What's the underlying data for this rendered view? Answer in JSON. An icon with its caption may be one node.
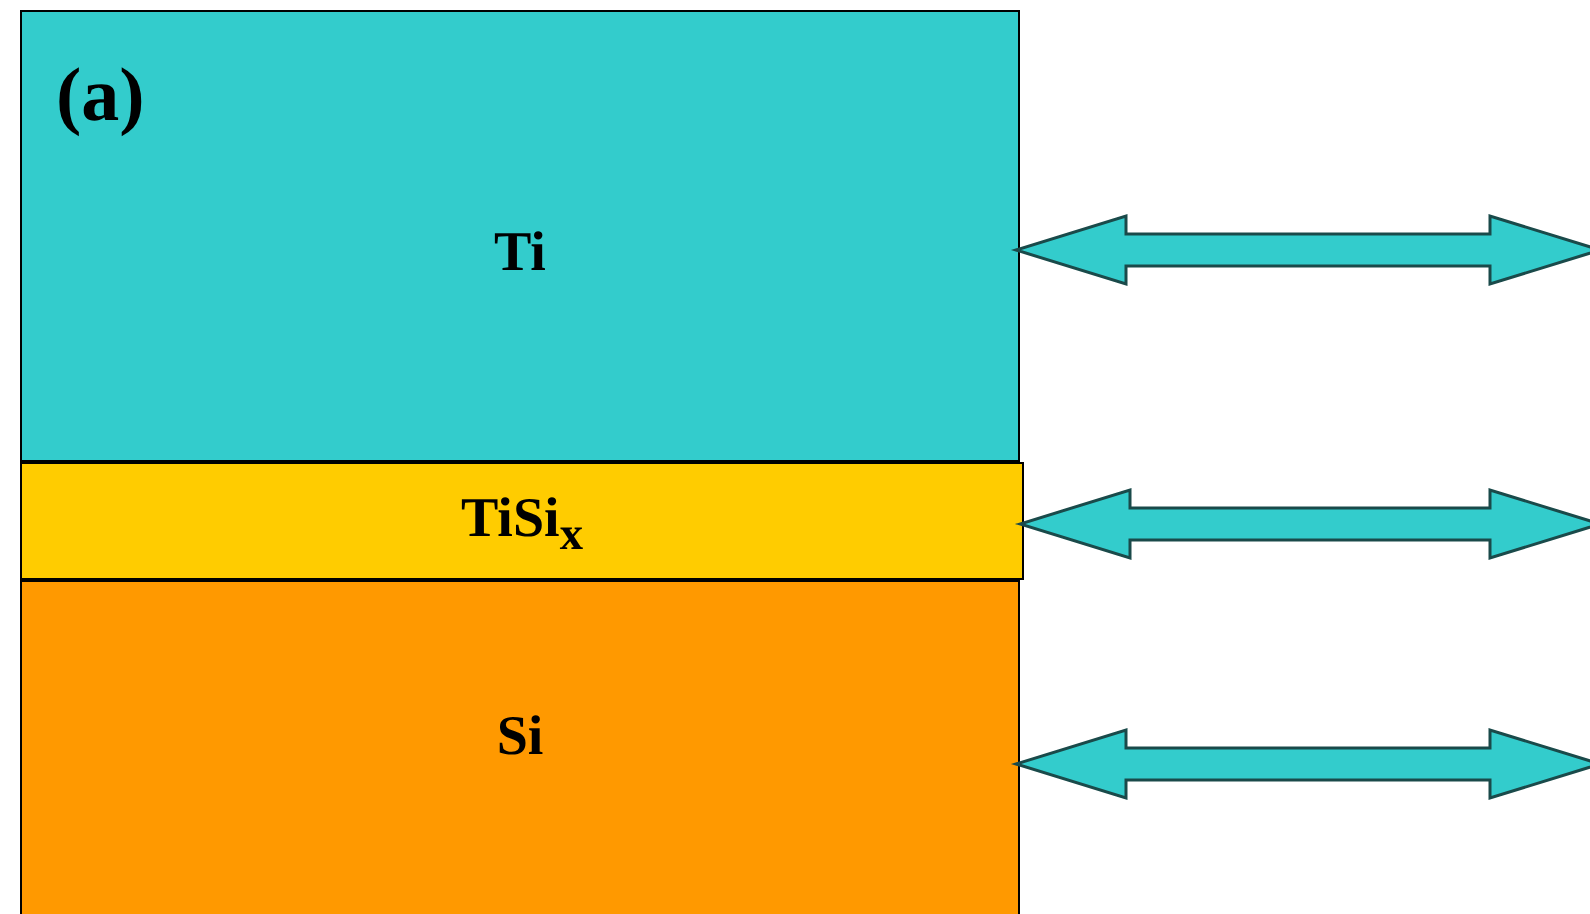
{
  "diagram": {
    "nodes": [
      {
        "text": [
          "Ti"
        ]
      },
      {
        "text": [
          "TiSi$_{x}$"
        ]
      },
      {
        "text": [
          "Si"
        ]
      }
    ],
    "edges": [
      {
        "from": 0,
        "to": null,
        "arrow": "both"
      },
      {
        "from": 1,
        "to": null,
        "arrow": "both"
      },
      {
        "from": 2,
        "to": null,
        "arrow": "both"
      }
    ],
    "labels": [
      "(a)"
    ]
  }
}
